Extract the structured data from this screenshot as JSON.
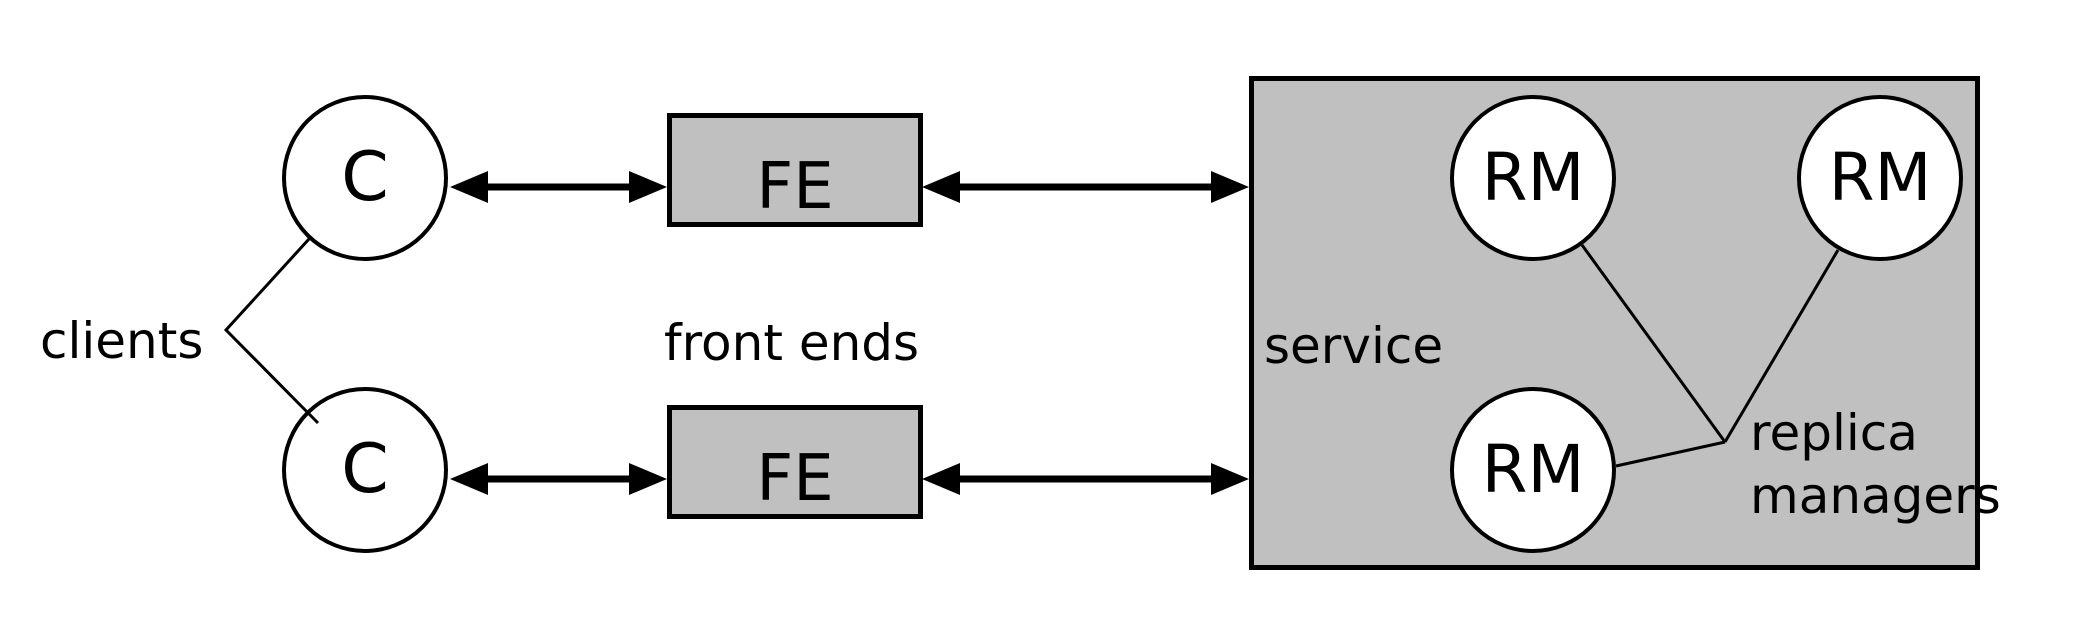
{
  "diagram": {
    "section_labels": {
      "clients": "clients",
      "front_ends": "front ends",
      "service": "service",
      "replica_managers": "replica managers"
    },
    "nodes": {
      "client_top": {
        "label": "C"
      },
      "client_bottom": {
        "label": "C"
      },
      "front_end_top": {
        "label": "FE"
      },
      "front_end_bottom": {
        "label": "FE"
      },
      "rm_top_left": {
        "label": "RM"
      },
      "rm_top_right": {
        "label": "RM"
      },
      "rm_bottom": {
        "label": "RM"
      }
    },
    "colors": {
      "box_fill": "#c0c0c0",
      "circle_fill": "#ffffff",
      "stroke": "#000000",
      "background": "#ffffff"
    }
  }
}
